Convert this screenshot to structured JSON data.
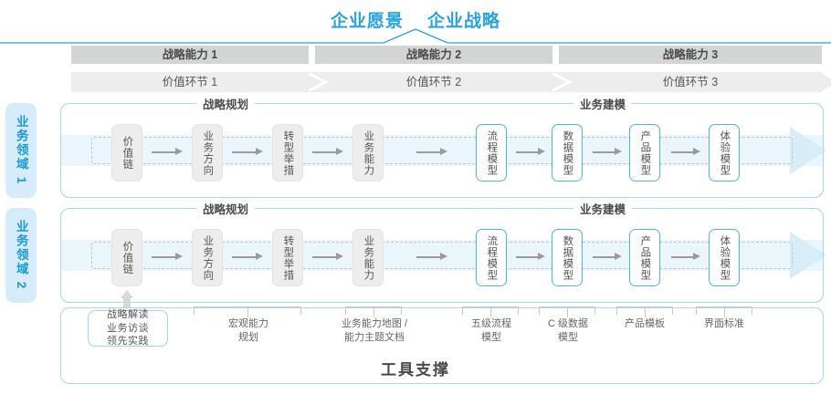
{
  "title": {
    "left": "企业愿景",
    "right": "企业战略"
  },
  "header": {
    "capabilities": [
      {
        "label": "战略能力 1"
      },
      {
        "label": "战略能力 2"
      },
      {
        "label": "战略能力 3"
      }
    ],
    "value_links": [
      {
        "label": "价值环节 1"
      },
      {
        "label": "价值环节 2"
      },
      {
        "label": "价值环节 3"
      }
    ]
  },
  "side_labels": [
    {
      "label": "业务领域 1"
    },
    {
      "label": "业务领域 2"
    }
  ],
  "row_legends": {
    "planning": "战略规划",
    "modeling": "业务建模"
  },
  "nodes": {
    "planning": [
      {
        "label": "价值链"
      },
      {
        "label": "业务方向"
      },
      {
        "label": "转型举措"
      },
      {
        "label": "业务能力"
      }
    ],
    "modeling": [
      {
        "label": "流程模型"
      },
      {
        "label": "数据模型"
      },
      {
        "label": "产品模型"
      },
      {
        "label": "体验模型"
      }
    ]
  },
  "footer": {
    "tool_title": "工具支撑",
    "input_box": "战略解读\n业务访谈\n领先实践",
    "notes": [
      {
        "label": "宏观能力\n规划"
      },
      {
        "label": "业务能力地图 /\n能力主题文档"
      },
      {
        "label": "五级流程\n模型"
      },
      {
        "label": "C 级数据\n模型"
      },
      {
        "label": "产品模板"
      },
      {
        "label": "界面标准"
      }
    ]
  },
  "colors": {
    "accent": "#29a3dc",
    "band_dark": "#d3d4d4",
    "band_light": "#ededed",
    "node_blue_border": "#52b4e2",
    "row_border": "#a9d8ef",
    "side_label_bg": "#d6ecfa"
  }
}
